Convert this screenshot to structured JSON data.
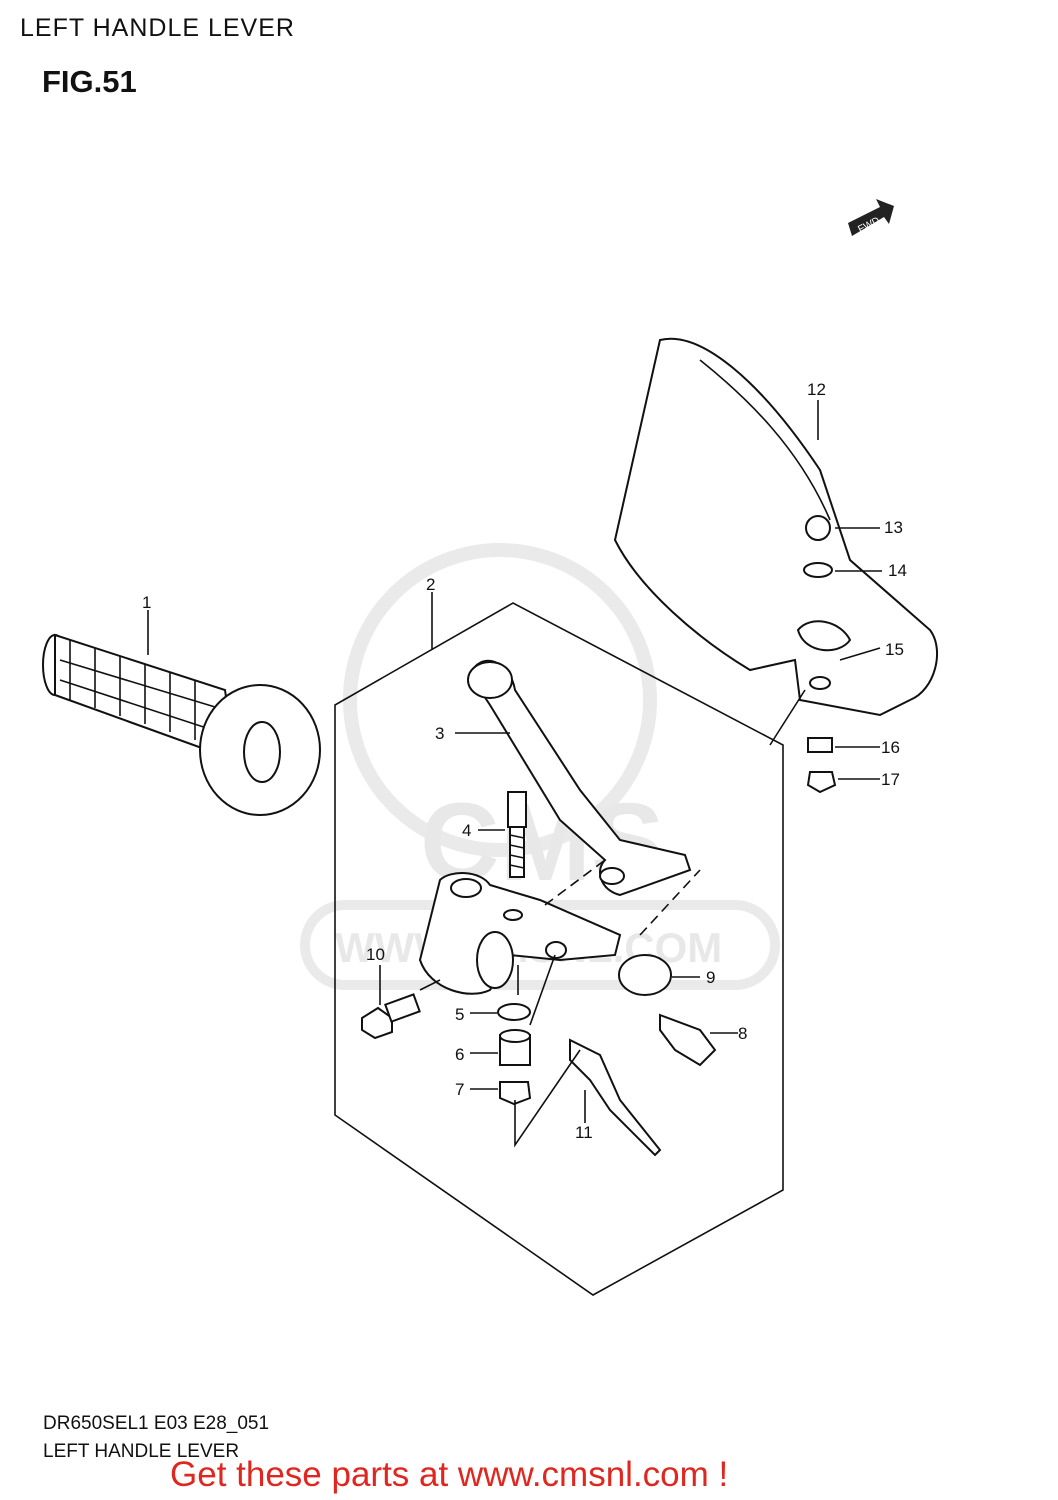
{
  "header": {
    "title": "LEFT HANDLE LEVER",
    "figure": "FIG.51"
  },
  "footer": {
    "code": "DR650SEL1 E03 E28_051",
    "title": "LEFT HANDLE LEVER"
  },
  "promo": {
    "text": "Get these parts at www.cmsnl.com !",
    "color": "#e0271f"
  },
  "watermark": {
    "brand": "CMS",
    "url": "WWW.CMSNL.COM"
  },
  "direction_badge": "FWD",
  "callouts": [
    {
      "number": "1",
      "part": "grip"
    },
    {
      "number": "2",
      "part": "lever-assembly"
    },
    {
      "number": "3",
      "part": "lever"
    },
    {
      "number": "4",
      "part": "bolt"
    },
    {
      "number": "5",
      "part": "washer"
    },
    {
      "number": "6",
      "part": "spacer"
    },
    {
      "number": "7",
      "part": "nut"
    },
    {
      "number": "8",
      "part": "adjuster"
    },
    {
      "number": "9",
      "part": "adjuster-ring"
    },
    {
      "number": "10",
      "part": "clamp-screw"
    },
    {
      "number": "11",
      "part": "switch"
    },
    {
      "number": "12",
      "part": "hand-guard"
    },
    {
      "number": "13",
      "part": "bolt"
    },
    {
      "number": "14",
      "part": "washer"
    },
    {
      "number": "15",
      "part": "bracket"
    },
    {
      "number": "16",
      "part": "washer"
    },
    {
      "number": "17",
      "part": "nut"
    }
  ]
}
